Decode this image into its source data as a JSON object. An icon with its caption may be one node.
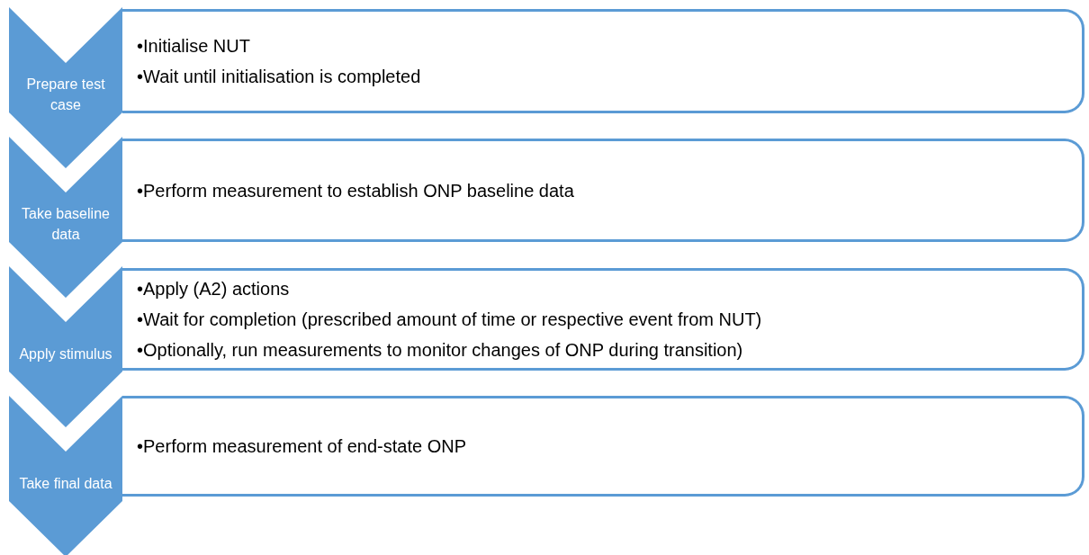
{
  "diagram": {
    "nodes": [
      {
        "text": [
          "Prepare test case"
        ]
      },
      {
        "text": [
          "•Initialise NUT",
          "•Wait until initialisation is completed"
        ]
      },
      {
        "text": [
          "Take baseline data"
        ]
      },
      {
        "text": [
          "•Perform measurement to establish ONP baseline data"
        ]
      },
      {
        "text": [
          "Apply stimulus"
        ]
      },
      {
        "text": [
          "•Apply (A2) actions",
          "•Wait for completion (prescribed amount of time or respective event from NUT)",
          "•Optionally, run measurements to monitor changes of ONP during transition)"
        ]
      },
      {
        "text": [
          "Take final data"
        ]
      },
      {
        "text": [
          "•Perform measurement of end-state ONP"
        ]
      }
    ]
  }
}
